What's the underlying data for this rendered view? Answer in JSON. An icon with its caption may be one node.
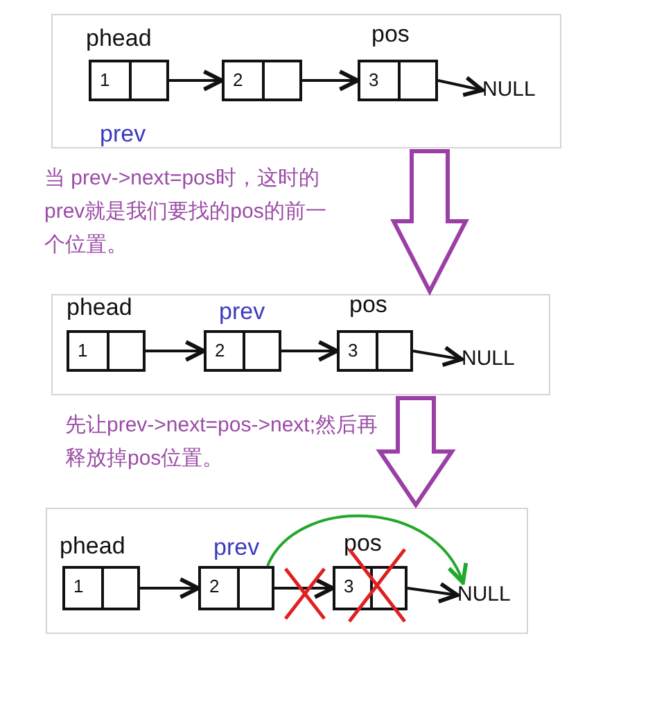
{
  "diagram": {
    "nodes": [
      {
        "text": [],
        "shape": "box"
      },
      {
        "text": [
          "1"
        ],
        "in": 0,
        "beside": [
          "phead",
          "prev"
        ]
      },
      {
        "text": [
          "2"
        ],
        "in": 0
      },
      {
        "text": [
          "3"
        ],
        "in": 0,
        "beside": [
          "pos"
        ]
      },
      {
        "text": [
          "NULL"
        ],
        "in": 0
      },
      {
        "text": [],
        "shape": "box"
      },
      {
        "text": [
          "1"
        ],
        "in": 5,
        "beside": [
          "phead"
        ]
      },
      {
        "text": [
          "2"
        ],
        "in": 5,
        "beside": [
          "prev"
        ]
      },
      {
        "text": [
          "3"
        ],
        "in": 5,
        "beside": [
          "pos"
        ]
      },
      {
        "text": [
          "NULL"
        ],
        "in": 5
      },
      {
        "text": [],
        "shape": "box"
      },
      {
        "text": [
          "1"
        ],
        "in": 10,
        "beside": [
          "phead"
        ]
      },
      {
        "text": [
          "2"
        ],
        "in": 10,
        "beside": [
          "prev"
        ]
      },
      {
        "text": [
          "3"
        ],
        "in": 10,
        "beside": [
          "pos"
        ]
      },
      {
        "text": [
          "NULL"
        ],
        "in": 10
      }
    ],
    "edges": [
      {
        "from": 1,
        "to": 2,
        "arrow": "to"
      },
      {
        "from": 2,
        "to": 3,
        "arrow": "to"
      },
      {
        "from": 3,
        "to": 4,
        "arrow": "to"
      },
      {
        "from": 0,
        "to": 5,
        "arrow": "to",
        "style": "thick",
        "color": "#9b3fa6"
      },
      {
        "from": 6,
        "to": 7,
        "arrow": "to"
      },
      {
        "from": 7,
        "to": 8,
        "arrow": "to"
      },
      {
        "from": 8,
        "to": 9,
        "arrow": "to"
      },
      {
        "from": 5,
        "to": 10,
        "arrow": "to",
        "style": "thick",
        "color": "#9b3fa6"
      },
      {
        "from": 11,
        "to": 12,
        "arrow": "to"
      },
      {
        "from": 12,
        "to": 13,
        "arrow": "to"
      },
      {
        "from": 13,
        "to": 14,
        "arrow": "to"
      },
      {
        "from": 12,
        "to": 14,
        "arrow": "to",
        "color": "#22a82a"
      }
    ],
    "labels": [
      "当 prev->next=pos时，这时的 prev就是我们要找的pos的前一个位置。",
      "先让prev->next=pos->next;然后再释放掉pos位置。"
    ]
  }
}
